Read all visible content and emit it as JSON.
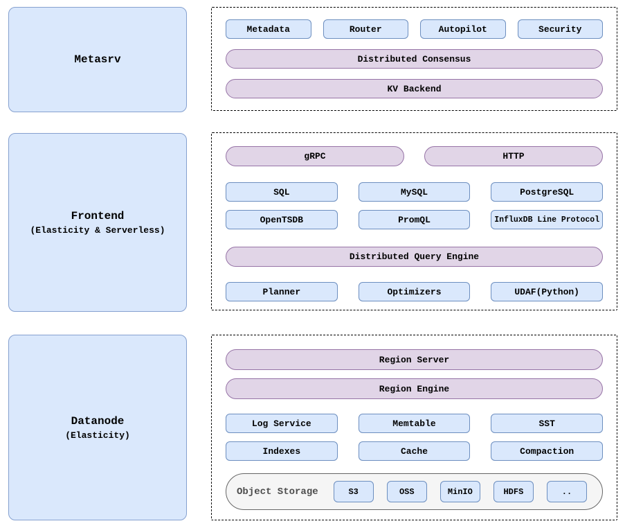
{
  "palette": {
    "node_fill": "#dae8fc",
    "node_border": "#6c8ebf",
    "pill_fill": "#e1d5e7",
    "pill_border": "#9673a6",
    "storage_fill": "#f5f5f5",
    "storage_border": "#666666",
    "container_border": "#000000"
  },
  "sections": {
    "metasrv": {
      "title": "Metasrv",
      "components": [
        "Metadata",
        "Router",
        "Autopilot",
        "Security"
      ],
      "pills": [
        "Distributed Consensus",
        "KV Backend"
      ]
    },
    "frontend": {
      "title": "Frontend",
      "subtitle": "(Elasticity & Serverless)",
      "entry_pills": [
        "gRPC",
        "HTTP"
      ],
      "protocols": [
        [
          "SQL",
          "MySQL",
          "PostgreSQL"
        ],
        [
          "OpenTSDB",
          "PromQL",
          "InfluxDB Line Protocol"
        ]
      ],
      "engine_pill": "Distributed Query Engine",
      "engine_components": [
        "Planner",
        "Optimizers",
        "UDAF(Python)"
      ]
    },
    "datanode": {
      "title": "Datanode",
      "subtitle": "(Elasticity)",
      "pills": [
        "Region Server",
        "Region Engine"
      ],
      "components": [
        [
          "Log Service",
          "Memtable",
          "SST"
        ],
        [
          "Indexes",
          "Cache",
          "Compaction"
        ]
      ],
      "object_storage": {
        "label": "Object Storage",
        "backends": [
          "S3",
          "OSS",
          "MinIO",
          "HDFS",
          ".."
        ]
      }
    }
  }
}
